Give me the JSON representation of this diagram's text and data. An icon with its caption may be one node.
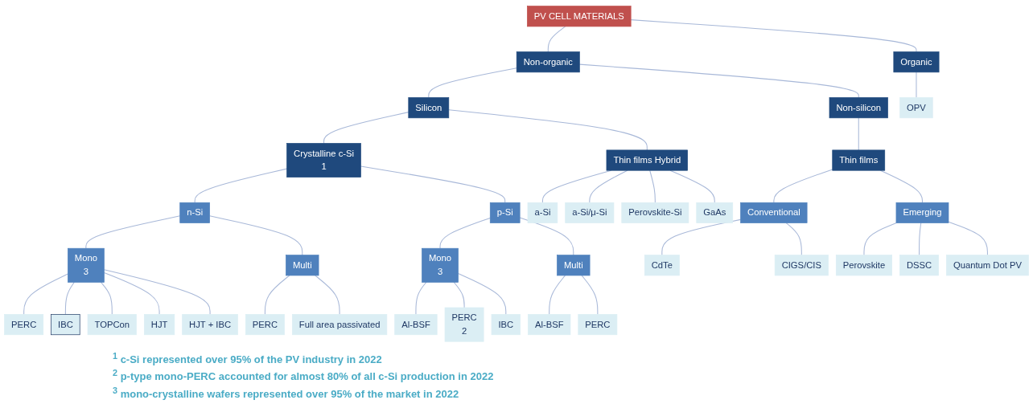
{
  "diagram": {
    "nodes": [
      {
        "text": [
          "PV CELL MATERIALS"
        ]
      },
      {
        "text": [
          "Non-organic"
        ]
      },
      {
        "text": [
          "Organic"
        ]
      },
      {
        "text": [
          "Silicon"
        ]
      },
      {
        "text": [
          "Non-silicon"
        ]
      },
      {
        "text": [
          "Crystalline c-Si",
          "1"
        ]
      },
      {
        "text": [
          "Thin films Hybrid"
        ]
      },
      {
        "text": [
          "Thin films"
        ]
      },
      {
        "text": [
          "n-Si"
        ]
      },
      {
        "text": [
          "p-Si"
        ]
      },
      {
        "text": [
          "Mono",
          "3"
        ]
      },
      {
        "text": [
          "Multi"
        ]
      },
      {
        "text": [
          "Mono",
          "3"
        ]
      },
      {
        "text": [
          "Multi"
        ]
      },
      {
        "text": [
          "PERC"
        ]
      },
      {
        "text": [
          "IBC"
        ]
      },
      {
        "text": [
          "TOPCon"
        ]
      },
      {
        "text": [
          "HJT"
        ]
      },
      {
        "text": [
          "HJT + IBC"
        ]
      },
      {
        "text": [
          "PERC"
        ]
      },
      {
        "text": [
          "Full area passivated"
        ]
      },
      {
        "text": [
          "Al-BSF"
        ]
      },
      {
        "text": [
          "PERC",
          "2"
        ]
      },
      {
        "text": [
          "IBC"
        ]
      },
      {
        "text": [
          "Al-BSF"
        ]
      },
      {
        "text": [
          "PERC"
        ]
      },
      {
        "text": [
          "a-Si"
        ]
      },
      {
        "text": [
          "a-Si/μ-Si"
        ]
      },
      {
        "text": [
          "Perovskite-Si"
        ]
      },
      {
        "text": [
          "GaAs"
        ]
      },
      {
        "text": [
          "Conventional"
        ]
      },
      {
        "text": [
          "CdTe"
        ]
      },
      {
        "text": [
          "CIGS/CIS"
        ]
      },
      {
        "text": [
          "Emerging"
        ]
      },
      {
        "text": [
          "Perovskite"
        ]
      },
      {
        "text": [
          "DSSC"
        ]
      },
      {
        "text": [
          "Quantum Dot PV"
        ]
      },
      {
        "text": [
          "OPV"
        ]
      }
    ],
    "edges": [
      {
        "from": 0,
        "to": 1,
        "arrow": "none"
      },
      {
        "from": 0,
        "to": 2,
        "arrow": "none"
      },
      {
        "from": 1,
        "to": 3,
        "arrow": "none"
      },
      {
        "from": 1,
        "to": 4,
        "arrow": "none"
      },
      {
        "from": 3,
        "to": 5,
        "arrow": "none"
      },
      {
        "from": 3,
        "to": 6,
        "arrow": "none"
      },
      {
        "from": 4,
        "to": 7,
        "arrow": "none"
      },
      {
        "from": 5,
        "to": 8,
        "arrow": "none"
      },
      {
        "from": 5,
        "to": 9,
        "arrow": "none"
      },
      {
        "from": 8,
        "to": 10,
        "arrow": "none"
      },
      {
        "from": 8,
        "to": 11,
        "arrow": "none"
      },
      {
        "from": 9,
        "to": 12,
        "arrow": "none"
      },
      {
        "from": 9,
        "to": 13,
        "arrow": "none"
      },
      {
        "from": 10,
        "to": 14,
        "arrow": "none"
      },
      {
        "from": 10,
        "to": 15,
        "arrow": "none"
      },
      {
        "from": 10,
        "to": 16,
        "arrow": "none"
      },
      {
        "from": 10,
        "to": 17,
        "arrow": "none"
      },
      {
        "from": 10,
        "to": 18,
        "arrow": "none"
      },
      {
        "from": 11,
        "to": 19,
        "arrow": "none"
      },
      {
        "from": 11,
        "to": 20,
        "arrow": "none"
      },
      {
        "from": 12,
        "to": 21,
        "arrow": "none"
      },
      {
        "from": 12,
        "to": 22,
        "arrow": "none"
      },
      {
        "from": 12,
        "to": 23,
        "arrow": "none"
      },
      {
        "from": 13,
        "to": 24,
        "arrow": "none"
      },
      {
        "from": 13,
        "to": 25,
        "arrow": "none"
      },
      {
        "from": 6,
        "to": 26,
        "arrow": "none"
      },
      {
        "from": 6,
        "to": 27,
        "arrow": "none"
      },
      {
        "from": 6,
        "to": 28,
        "arrow": "none"
      },
      {
        "from": 6,
        "to": 29,
        "arrow": "none"
      },
      {
        "from": 7,
        "to": 30,
        "arrow": "none"
      },
      {
        "from": 7,
        "to": 33,
        "arrow": "none"
      },
      {
        "from": 30,
        "to": 31,
        "arrow": "none"
      },
      {
        "from": 30,
        "to": 32,
        "arrow": "none"
      },
      {
        "from": 33,
        "to": 34,
        "arrow": "none"
      },
      {
        "from": 33,
        "to": 35,
        "arrow": "none"
      },
      {
        "from": 33,
        "to": 36,
        "arrow": "none"
      },
      {
        "from": 2,
        "to": 37,
        "arrow": "none"
      }
    ],
    "labels": [
      "$^{1}$ c-Si represented over 95% of the PV industry in 2022",
      "$^{2}$ p-type mono-PERC accounted for almost 80% of all c-Si production in 2022",
      "$^{3}$ mono-crystalline wafers represented over 95% of the market in 2022"
    ]
  }
}
